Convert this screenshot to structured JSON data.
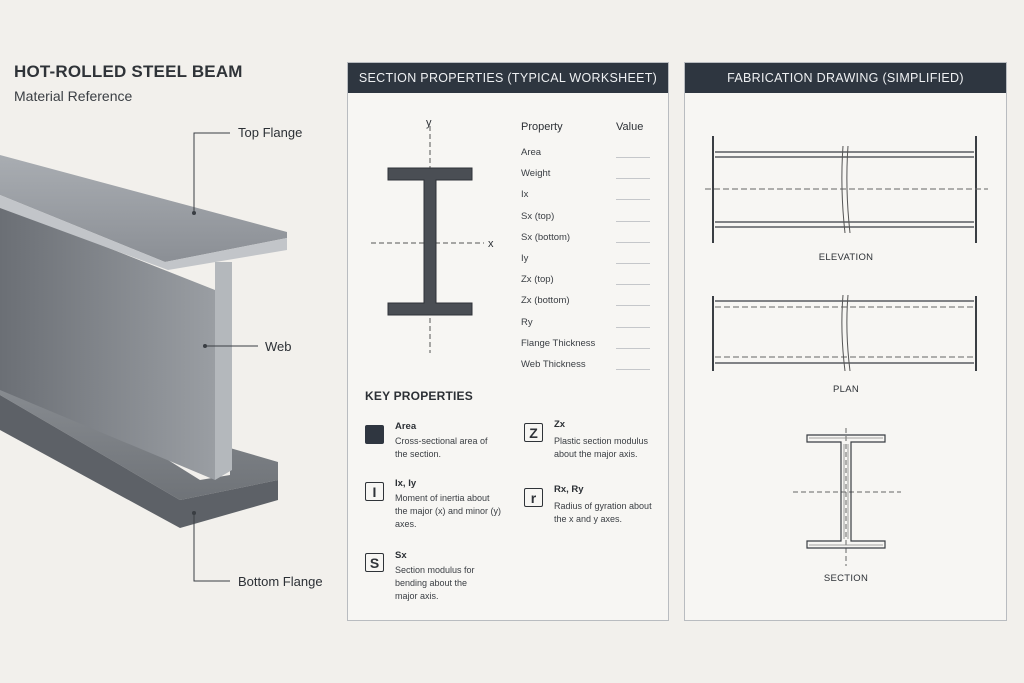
{
  "header": {
    "title": "HOT-ROLLED STEEL BEAM",
    "subtitle": "Material Reference"
  },
  "beam": {
    "callouts": {
      "top_flange": "Top Flange",
      "web": "Web",
      "bottom_flange": "Bottom Flange"
    }
  },
  "section_properties": {
    "panel_title": "SECTION PROPERTIES (TYPICAL WORKSHEET)",
    "axis_y": "y",
    "axis_x": "x",
    "table": {
      "headers": [
        "Property",
        "Value"
      ],
      "rows": [
        {
          "property": "Area",
          "value": ""
        },
        {
          "property": "Weight",
          "value": ""
        },
        {
          "property": "Ix",
          "value": ""
        },
        {
          "property": "Sx (top)",
          "value": ""
        },
        {
          "property": "Sx (bottom)",
          "value": ""
        },
        {
          "property": "Iy",
          "value": ""
        },
        {
          "property": "Zx (top)",
          "value": ""
        },
        {
          "property": "Zx (bottom)",
          "value": ""
        },
        {
          "property": "Ry",
          "value": ""
        },
        {
          "property": "Flange Thickness",
          "value": ""
        },
        {
          "property": "Web Thickness",
          "value": ""
        }
      ]
    },
    "key_title": "KEY PROPERTIES",
    "key_items": [
      {
        "icon": "",
        "name": "Area",
        "desc": [
          "Cross-sectional area of",
          "the section."
        ]
      },
      {
        "icon": "I",
        "name": "Ix, Iy",
        "desc": [
          "Moment of inertia about",
          "the major (x) and minor (y)",
          "axes."
        ]
      },
      {
        "icon": "S",
        "name": "Sx",
        "desc": [
          "Section modulus for",
          "bending about the",
          "major axis."
        ]
      },
      {
        "icon": "Z",
        "name": "Zx",
        "desc": [
          "Plastic section modulus",
          "about the major axis."
        ]
      },
      {
        "icon": "r",
        "name": "Rx, Ry",
        "desc": [
          "Radius of gyration about",
          "the x and y axes."
        ]
      }
    ]
  },
  "fabrication": {
    "panel_title": "FABRICATION DRAWING (SIMPLIFIED)",
    "views": {
      "elevation": "ELEVATION",
      "plan": "PLAN",
      "section": "SECTION"
    }
  },
  "colors": {
    "header_bg": "#2e3640",
    "steel_dark": "#4a4e54",
    "page_bg": "#f2f0ec"
  }
}
